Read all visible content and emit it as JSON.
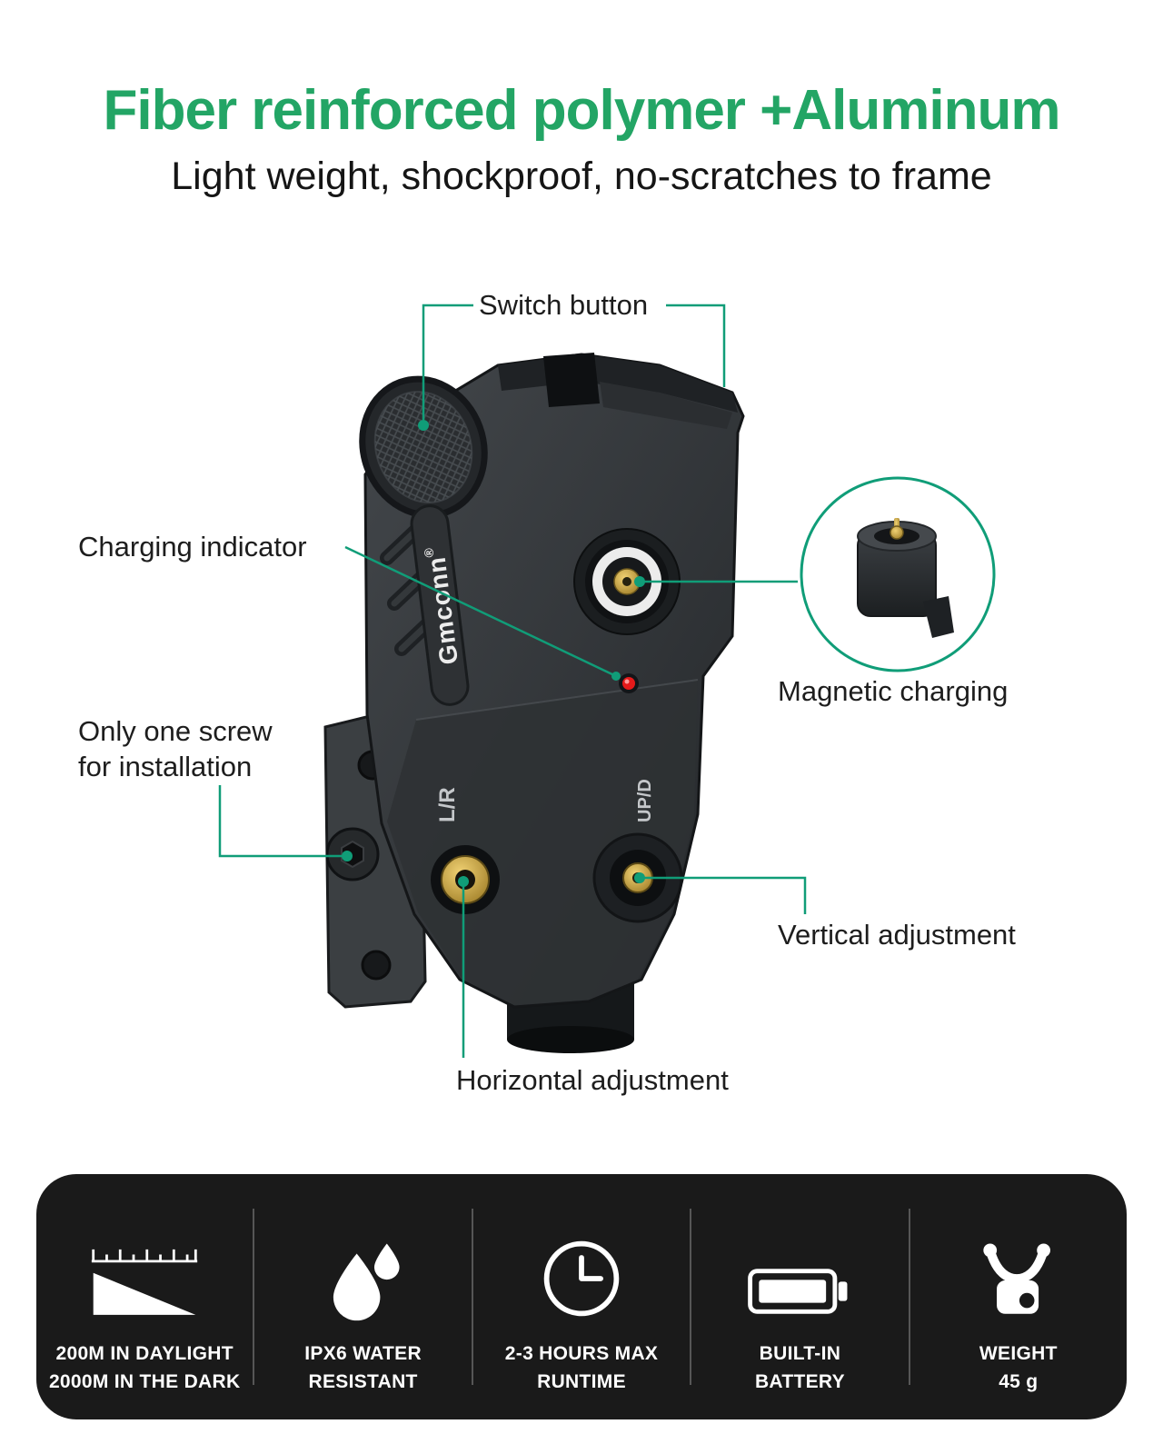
{
  "header": {
    "title": "Fiber reinforced polymer +Aluminum",
    "subtitle": "Light weight, shockproof, no-scratches to frame"
  },
  "callouts": {
    "switch_button": "Switch button",
    "charging_indicator": "Charging indicator",
    "magnetic_charging": "Magnetic charging",
    "one_screw_line1": "Only one screw",
    "one_screw_line2": "for installation",
    "vertical_adjustment": "Vertical adjustment",
    "horizontal_adjustment": "Horizontal adjustment"
  },
  "device": {
    "brand": "Gmconn",
    "brand_mark": "®",
    "label_lr": "L/R",
    "label_upd": "UP/D"
  },
  "features": [
    {
      "icon": "laser-range-icon",
      "line1": "200M IN DAYLIGHT",
      "line2": "2000M IN THE DARK"
    },
    {
      "icon": "water-resistant-icon",
      "line1": "IPX6 WATER",
      "line2": "RESISTANT"
    },
    {
      "icon": "runtime-clock-icon",
      "line1": "2-3 HOURS MAX",
      "line2": "RUNTIME"
    },
    {
      "icon": "battery-icon",
      "line1": "BUILT-IN",
      "line2": "BATTERY"
    },
    {
      "icon": "weight-scale-icon",
      "line1": "WEIGHT",
      "line2": "45 g"
    }
  ],
  "colors": {
    "accent_green": "#23a565",
    "callout_line": "#109d78",
    "led_red": "#e51a1a",
    "gold": "#caa24a",
    "bar_bg": "#1a1a1a",
    "body_dark": "#2b2e31"
  }
}
